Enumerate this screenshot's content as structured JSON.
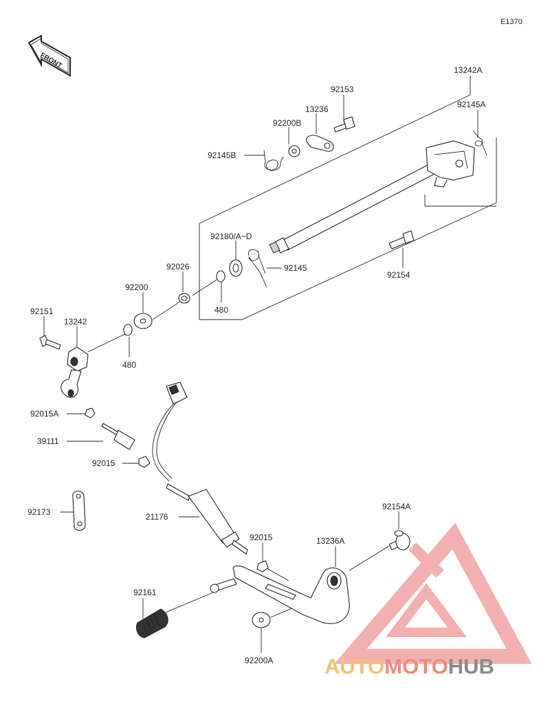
{
  "diagram_code": "E1370",
  "front_label": "FRONT",
  "parts": [
    {
      "id": "p13242A",
      "label": "13242A"
    },
    {
      "id": "p92153",
      "label": "92153"
    },
    {
      "id": "p13236",
      "label": "13236"
    },
    {
      "id": "p92200B",
      "label": "92200B"
    },
    {
      "id": "p92145A",
      "label": "92145A"
    },
    {
      "id": "p92145B",
      "label": "92145B"
    },
    {
      "id": "p92180",
      "label": "92180/A~D"
    },
    {
      "id": "p92145",
      "label": "92145"
    },
    {
      "id": "p92154",
      "label": "92154"
    },
    {
      "id": "p92026",
      "label": "92026"
    },
    {
      "id": "p92200",
      "label": "92200"
    },
    {
      "id": "p480a",
      "label": "480"
    },
    {
      "id": "p480b",
      "label": "480"
    },
    {
      "id": "p92151",
      "label": "92151"
    },
    {
      "id": "p13242",
      "label": "13242"
    },
    {
      "id": "p92015A",
      "label": "92015A"
    },
    {
      "id": "p39111",
      "label": "39111"
    },
    {
      "id": "p92015a",
      "label": "92015"
    },
    {
      "id": "p92173",
      "label": "92173"
    },
    {
      "id": "p21176",
      "label": "21176"
    },
    {
      "id": "p92015b",
      "label": "92015"
    },
    {
      "id": "p92154A",
      "label": "92154A"
    },
    {
      "id": "p13236A",
      "label": "13236A"
    },
    {
      "id": "p92161",
      "label": "92161"
    },
    {
      "id": "p92200A",
      "label": "92200A"
    }
  ],
  "watermark": {
    "part1": "AUTO",
    "part2": "MOTO",
    "part3": "HUB",
    "color1": "#f5c07a",
    "color2": "#f08a7a",
    "color3": "#8a8a8a",
    "logo_color": "#f2a3a3"
  }
}
